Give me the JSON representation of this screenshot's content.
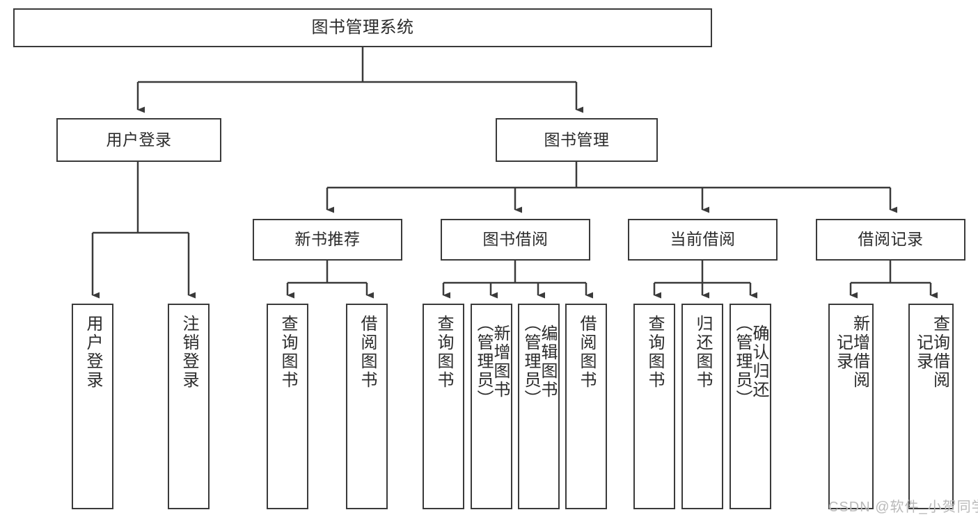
{
  "diagram": {
    "type": "tree",
    "title": "图书管理系统",
    "orientation": "top-down",
    "nodes": {
      "root": {
        "label": "图书管理系统",
        "level": 0
      },
      "user_login": {
        "label": "用户登录",
        "level": 1
      },
      "book_manage": {
        "label": "图书管理",
        "level": 1
      },
      "new_book_rec": {
        "label": "新书推荐",
        "level": 2
      },
      "book_borrow": {
        "label": "图书借阅",
        "level": 2
      },
      "current_borrow": {
        "label": "当前借阅",
        "level": 2
      },
      "borrow_record": {
        "label": "借阅记录",
        "level": 2
      },
      "leaf_user_login": {
        "label": "用户登录",
        "level": 2
      },
      "leaf_logout": {
        "label": "注销登录",
        "level": 2
      },
      "leaf_query_book_a": {
        "label": "查询图书",
        "level": 3
      },
      "leaf_borrow_book_a": {
        "label": "借阅图书",
        "level": 3
      },
      "leaf_query_book_b": {
        "label": "查询图书",
        "level": 3
      },
      "leaf_add_book": {
        "label": "新增图书\n（管理员）",
        "level": 3
      },
      "leaf_edit_book": {
        "label": "编辑图书\n（管理员）",
        "level": 3
      },
      "leaf_borrow_book_b": {
        "label": "借阅图书",
        "level": 3
      },
      "leaf_query_book_c": {
        "label": "查询图书",
        "level": 3
      },
      "leaf_return_book": {
        "label": "归还图书",
        "level": 3
      },
      "leaf_confirm_return": {
        "label": "确认归还\n（管理员）",
        "level": 3
      },
      "leaf_add_record": {
        "label": "新增借阅\n记录",
        "level": 3
      },
      "leaf_query_record": {
        "label": "查询借阅\n记录",
        "level": 3
      }
    },
    "edges": [
      {
        "from": "root",
        "to": "user_login"
      },
      {
        "from": "root",
        "to": "book_manage"
      },
      {
        "from": "user_login",
        "to": "leaf_user_login"
      },
      {
        "from": "user_login",
        "to": "leaf_logout"
      },
      {
        "from": "book_manage",
        "to": "new_book_rec"
      },
      {
        "from": "book_manage",
        "to": "book_borrow"
      },
      {
        "from": "book_manage",
        "to": "current_borrow"
      },
      {
        "from": "book_manage",
        "to": "borrow_record"
      },
      {
        "from": "new_book_rec",
        "to": "leaf_query_book_a"
      },
      {
        "from": "new_book_rec",
        "to": "leaf_borrow_book_a"
      },
      {
        "from": "book_borrow",
        "to": "leaf_query_book_b"
      },
      {
        "from": "book_borrow",
        "to": "leaf_add_book"
      },
      {
        "from": "book_borrow",
        "to": "leaf_edit_book"
      },
      {
        "from": "book_borrow",
        "to": "leaf_borrow_book_b"
      },
      {
        "from": "current_borrow",
        "to": "leaf_query_book_c"
      },
      {
        "from": "current_borrow",
        "to": "leaf_return_book"
      },
      {
        "from": "current_borrow",
        "to": "leaf_confirm_return"
      },
      {
        "from": "borrow_record",
        "to": "leaf_add_record"
      },
      {
        "from": "borrow_record",
        "to": "leaf_query_record"
      }
    ],
    "colors": {
      "stroke": "#3a3a3a",
      "fill": "#ffffff",
      "text": "#2b2b2b",
      "watermark": "#b9b9b9"
    }
  },
  "watermark": {
    "text": "CSDN @软件_小贺同学"
  }
}
